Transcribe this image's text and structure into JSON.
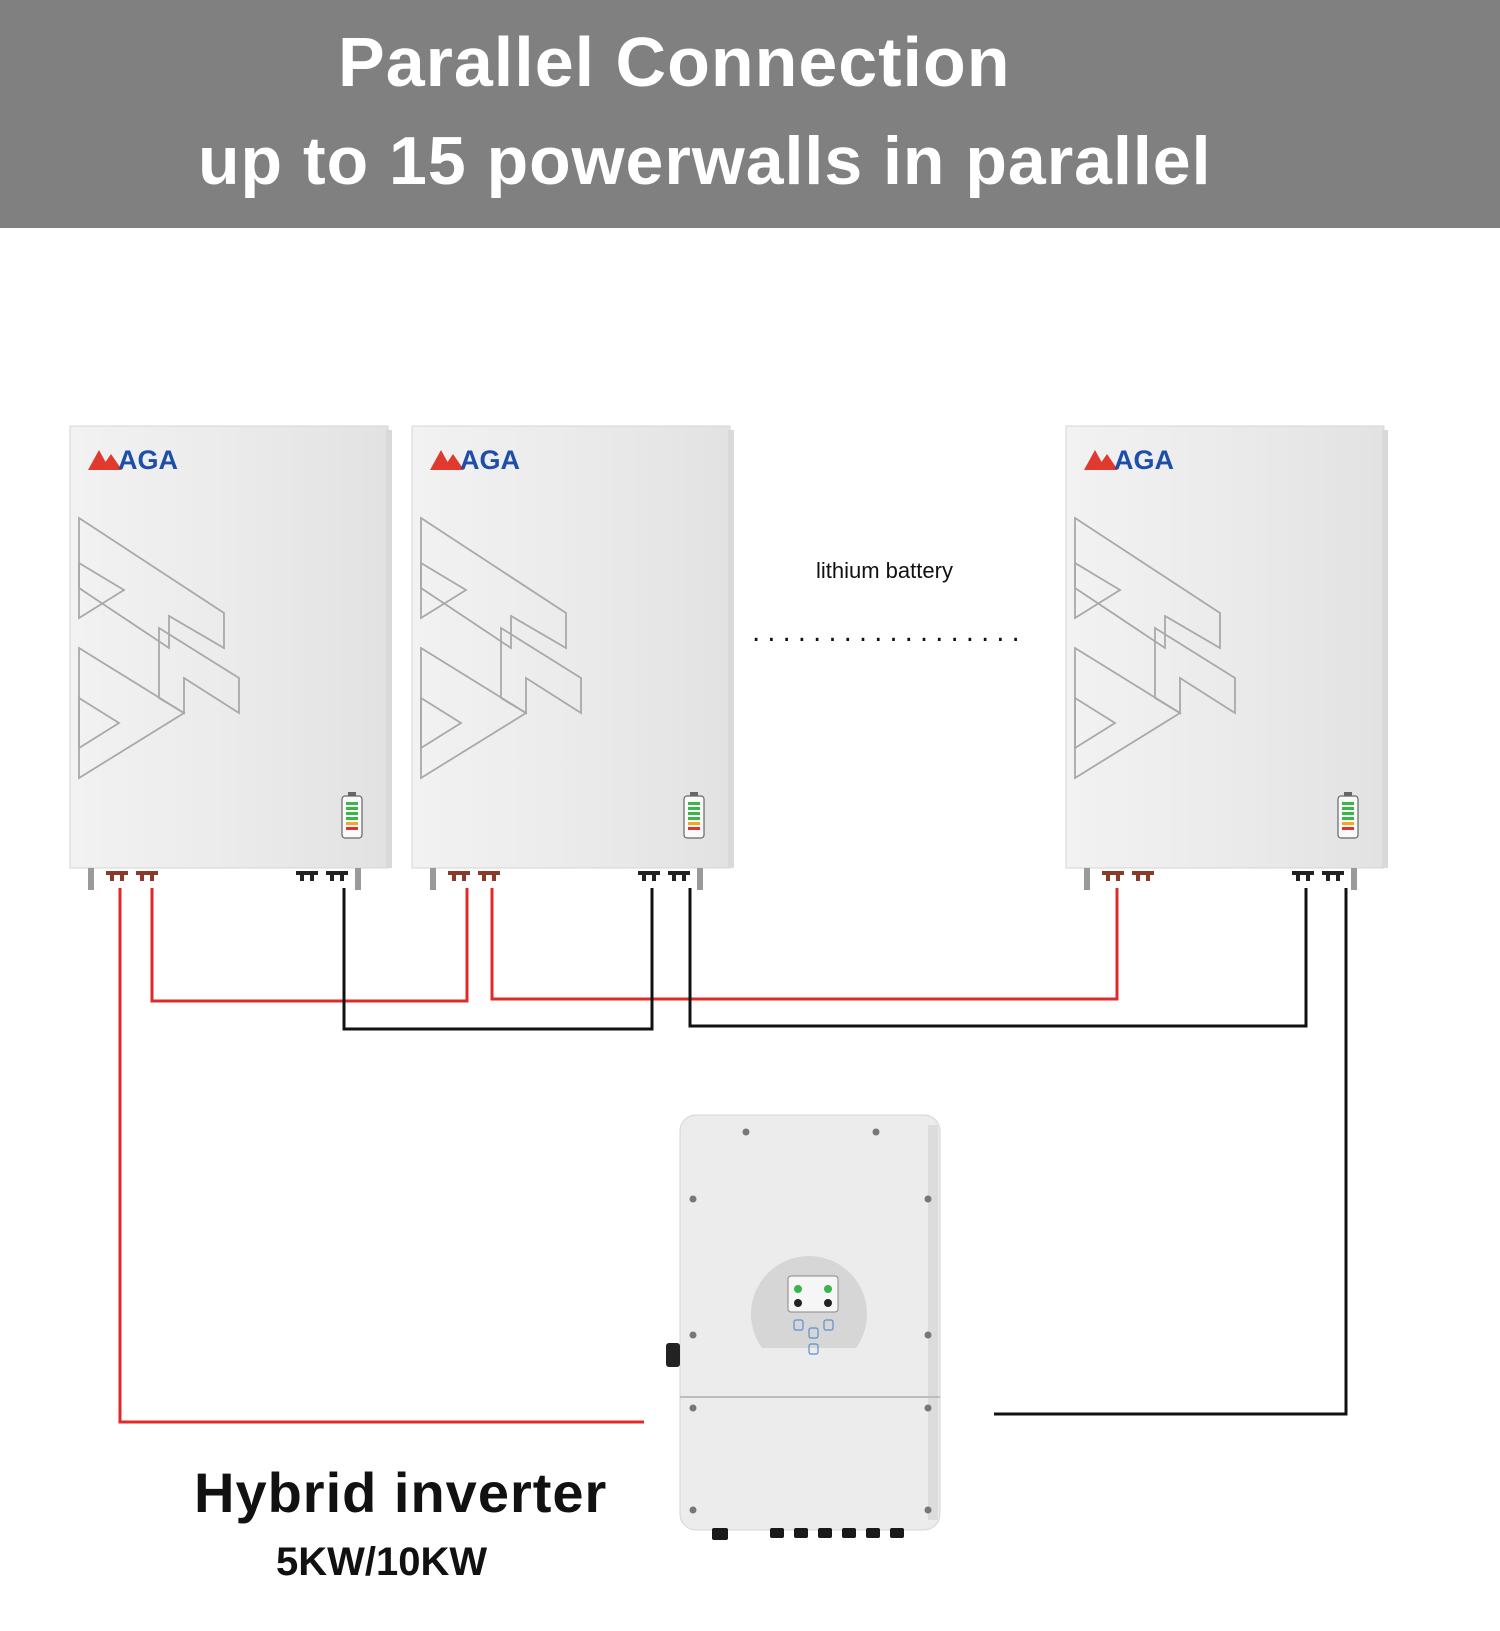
{
  "header": {
    "title": "Parallel Connection",
    "subtitle": "up to 15 powerwalls in parallel"
  },
  "battery_label": "lithium battery",
  "ellipsis": "..................",
  "batteries": [
    {
      "brand": "AGA"
    },
    {
      "brand": "AGA"
    },
    {
      "brand": "AGA"
    }
  ],
  "inverter": {
    "title": "Hybrid inverter",
    "subtitle": "5KW/10KW"
  },
  "colors": {
    "banner": "#808080",
    "positive_wire": "#e02a2a",
    "negative_wire": "#111111",
    "brand_red": "#e03a2f",
    "brand_blue": "#1e4fa8",
    "panel": "#ececec"
  }
}
